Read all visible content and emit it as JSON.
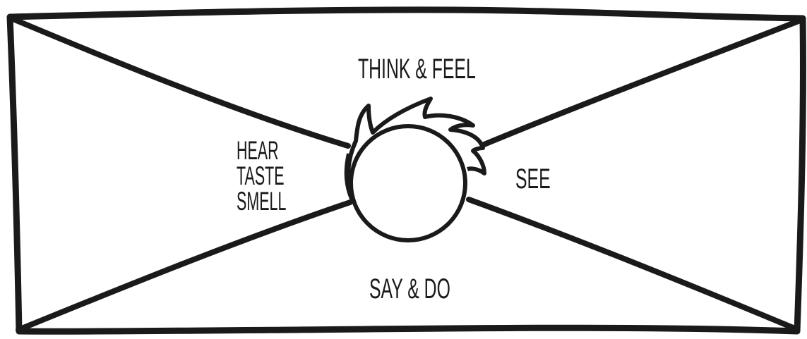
{
  "quadrants": {
    "top": "THINK & FEEL",
    "left": [
      "HEAR",
      "TASTE",
      "SMELL"
    ],
    "right": "SEE",
    "bottom": "SAY & DO"
  },
  "colors": {
    "ink": "#1a1a1a",
    "background": "#ffffff"
  },
  "icons": {
    "center": "head-icon"
  }
}
